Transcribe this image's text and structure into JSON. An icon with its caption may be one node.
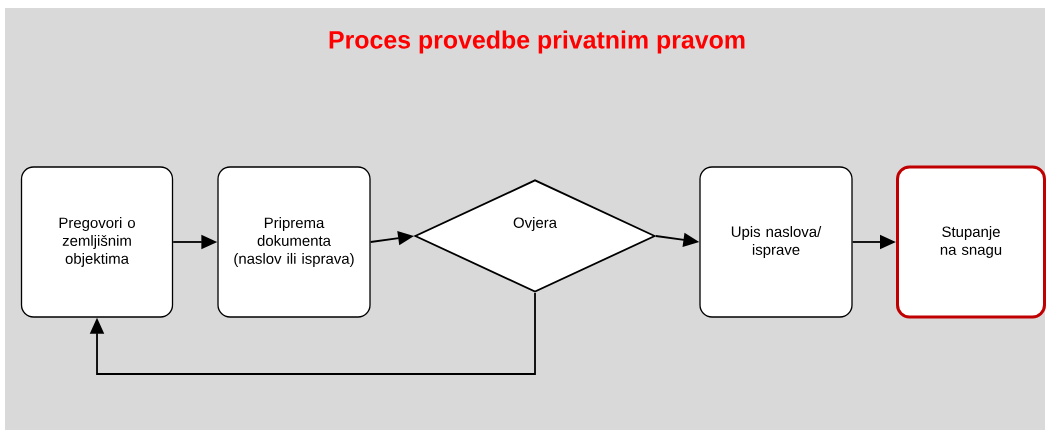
{
  "diagram": {
    "title": "Proces provedbe privatnim pravom",
    "nodes": [
      {
        "text": [
          "Pregovori o zemljišnim objektima"
        ]
      },
      {
        "text": [
          "Priprema dokumenta (naslov ili isprava)"
        ]
      },
      {
        "text": [
          "Ovjera"
        ]
      },
      {
        "text": [
          "Upis naslova/ isprave"
        ]
      },
      {
        "text": [
          "Stupanje na snagu"
        ]
      }
    ],
    "edges": [
      {
        "from": 0,
        "to": 1,
        "arrow": "to"
      },
      {
        "from": 1,
        "to": 2,
        "arrow": "to"
      },
      {
        "from": 2,
        "to": 3,
        "arrow": "to"
      },
      {
        "from": 3,
        "to": 4,
        "arrow": "to"
      },
      {
        "from": 2,
        "to": 0,
        "arrow": "to"
      }
    ]
  }
}
